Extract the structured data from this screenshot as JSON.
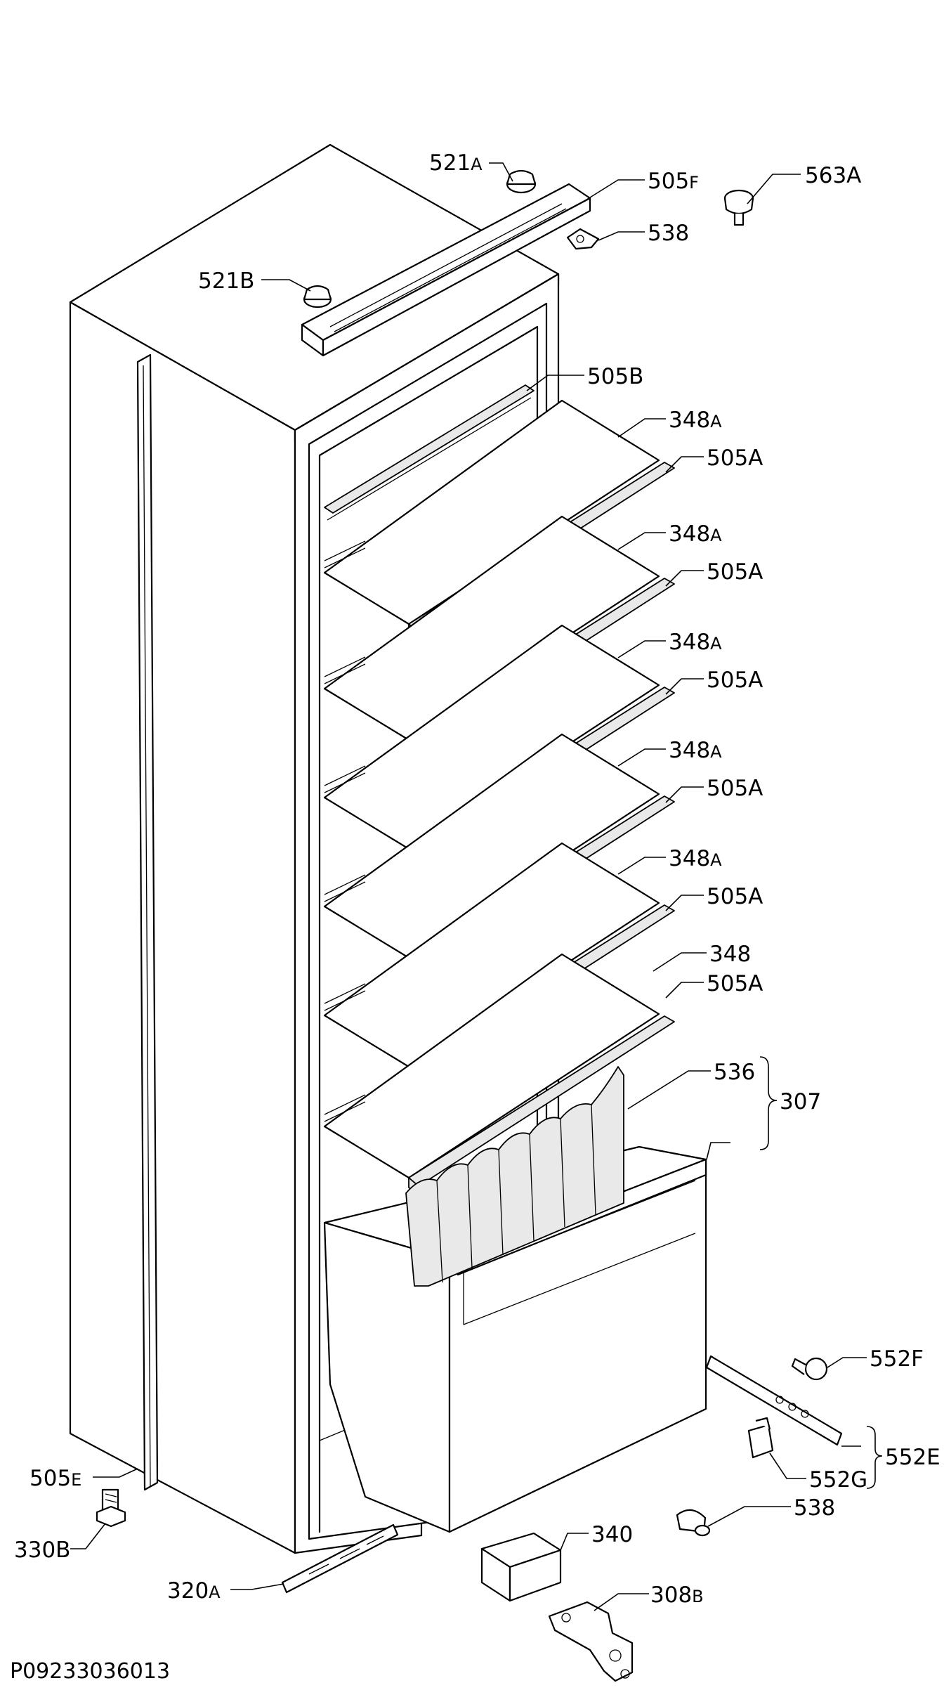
{
  "diagram": {
    "reference_code": "P09233036013",
    "callouts": [
      {
        "id": "c521a",
        "num": "521",
        "suffix": "A"
      },
      {
        "id": "c505f",
        "num": "505",
        "suffix": "F"
      },
      {
        "id": "c563a",
        "num": "563",
        "suffix": "A"
      },
      {
        "id": "c538t",
        "num": "538",
        "suffix": ""
      },
      {
        "id": "c521b",
        "num": "521",
        "suffix": "B"
      },
      {
        "id": "c505b",
        "num": "505",
        "suffix": "B"
      },
      {
        "id": "c348a1",
        "num": "348",
        "suffix": "A"
      },
      {
        "id": "c505a1",
        "num": "505",
        "suffix": "A"
      },
      {
        "id": "c348a2",
        "num": "348",
        "suffix": "A"
      },
      {
        "id": "c505a2",
        "num": "505",
        "suffix": "A"
      },
      {
        "id": "c348a3",
        "num": "348",
        "suffix": "A"
      },
      {
        "id": "c505a3",
        "num": "505",
        "suffix": "A"
      },
      {
        "id": "c348a4",
        "num": "348",
        "suffix": "A"
      },
      {
        "id": "c505a4",
        "num": "505",
        "suffix": "A"
      },
      {
        "id": "c348a5",
        "num": "348",
        "suffix": "A"
      },
      {
        "id": "c505a5",
        "num": "505",
        "suffix": "A"
      },
      {
        "id": "c348",
        "num": "348",
        "suffix": ""
      },
      {
        "id": "c505a6",
        "num": "505",
        "suffix": "A"
      },
      {
        "id": "c536",
        "num": "536",
        "suffix": ""
      },
      {
        "id": "c307",
        "num": "307",
        "suffix": ""
      },
      {
        "id": "c552f",
        "num": "552",
        "suffix": "F"
      },
      {
        "id": "c552e",
        "num": "552",
        "suffix": "E"
      },
      {
        "id": "c552g",
        "num": "552",
        "suffix": "G"
      },
      {
        "id": "c505e",
        "num": "505",
        "suffix": "E"
      },
      {
        "id": "c538b",
        "num": "538",
        "suffix": ""
      },
      {
        "id": "c340",
        "num": "340",
        "suffix": ""
      },
      {
        "id": "c330b",
        "num": "330",
        "suffix": "B"
      },
      {
        "id": "c308b",
        "num": "308",
        "suffix": "B"
      },
      {
        "id": "c320a",
        "num": "320",
        "suffix": "A"
      }
    ]
  }
}
